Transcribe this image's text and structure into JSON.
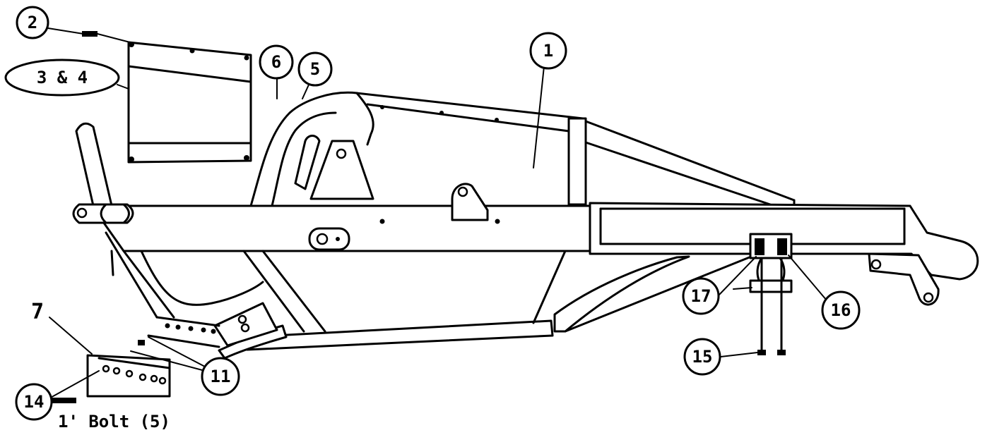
{
  "diagram": {
    "callouts": {
      "c1": "1",
      "c2": "2",
      "c3_4": "3 & 4",
      "c5": "5",
      "c6": "6",
      "c7": "7",
      "c11": "11",
      "c14": "14",
      "c15": "15",
      "c16": "16",
      "c17": "17"
    },
    "bolt_note": "1' Bolt (5)"
  }
}
